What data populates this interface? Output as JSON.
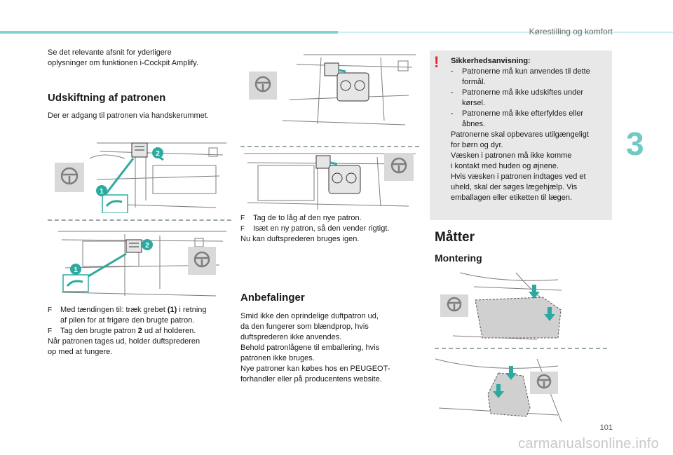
{
  "header": {
    "title": "Kørestilling og komfort",
    "chapter_number": "3",
    "page_number": "101"
  },
  "watermark": "carmanualsonline.info",
  "col1": {
    "intro": [
      "Se det relevante afsnit for yderligere",
      "oplysninger om funktionen i-Cockpit Amplify."
    ],
    "heading": "Udskiftning af patronen",
    "access": "Der er adgang til patronen via handskerummet.",
    "bullets": [
      [
        "Med tændingen til: træk grebet ",
        "(1)",
        " i retning",
        "af pilen for at frigøre den brugte patron."
      ],
      [
        "Tag den brugte patron ",
        "2",
        " ud af holderen."
      ]
    ],
    "after": [
      "Når patronen tages ud, holder duftsprederen",
      "op med at fungere."
    ],
    "callout1": "1",
    "callout2": "2"
  },
  "col2": {
    "bullets": [
      "Tag de to låg af den nye patron.",
      "Isæt en ny patron, så den vender rigtigt."
    ],
    "after": "Nu kan duftsprederen bruges igen.",
    "heading": "Anbefalinger",
    "paras": [
      "Smid ikke den oprindelige duftpatron ud,",
      "da den fungerer som blændprop, hvis",
      "duftsprederen ikke anvendes.",
      "Behold patronlågene til emballering, hvis",
      "patronen ikke bruges.",
      "Nye patroner kan købes hos en PEUGEOT-",
      "forhandler eller på producentens website."
    ]
  },
  "warning": {
    "title": "Sikkerhedsanvisning:",
    "items": [
      [
        "Patronerne må kun anvendes til dette",
        "formål."
      ],
      [
        "Patronerne må ikke udskiftes under",
        "kørsel."
      ],
      [
        "Patronerne må ikke efterfyldes eller",
        "åbnes."
      ]
    ],
    "lines": [
      "Patronerne skal opbevares utilgængeligt",
      "for børn og dyr.",
      "Væsken i patronen må ikke komme",
      "i kontakt med huden og øjnene.",
      "Hvis væsken i patronen indtages ved et",
      "uheld, skal der søges lægehjælp. Vis",
      "emballagen eller etiketten til lægen."
    ],
    "dash": "-",
    "mark": "!"
  },
  "col3": {
    "heading": "Måtter",
    "subheading": "Montering"
  },
  "bullet_glyph": "F",
  "colors": {
    "accent": "#7fd3cf",
    "callout": "#2fa9a0",
    "warning": "#e3262b",
    "warnbox": "#e8e8e8"
  }
}
